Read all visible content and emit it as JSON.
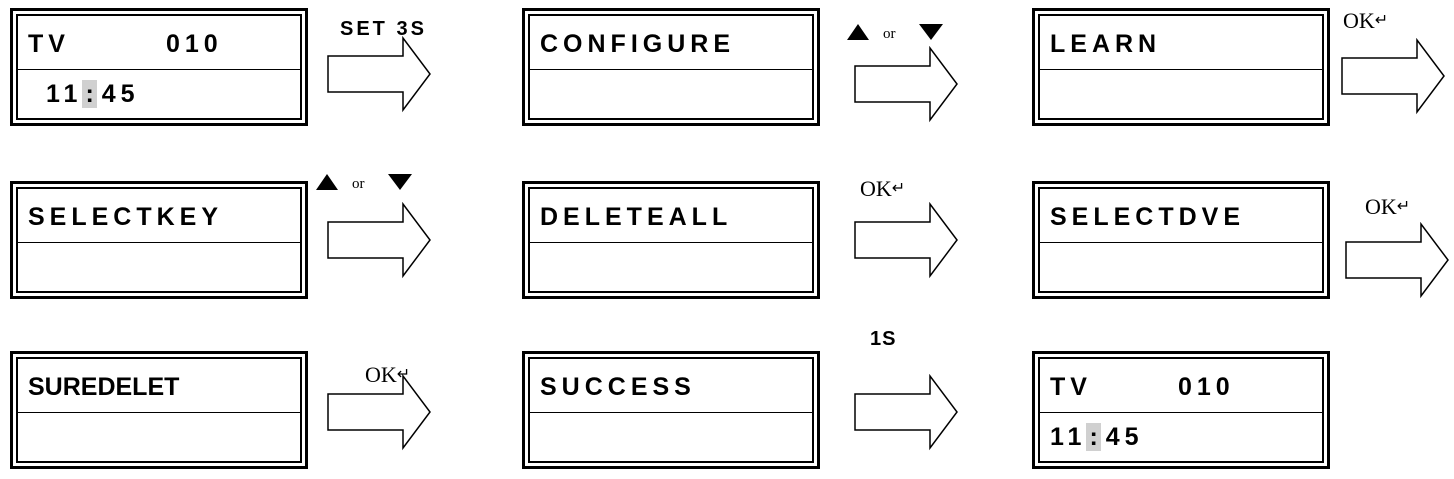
{
  "screens": {
    "s1": {
      "line1_a": "TV",
      "line1_b": "010",
      "hour": "11",
      "colon": ":",
      "minute": "45"
    },
    "s2": {
      "line1": "CONFIGURE"
    },
    "s3": {
      "line1": "LEARN"
    },
    "s4": {
      "line1": "SELECTKEY"
    },
    "s5": {
      "line1": "DELETEALL"
    },
    "s6": {
      "line1": "SELECTDVE"
    },
    "s7": {
      "line1": "SUREDELET"
    },
    "s8": {
      "line1": "SUCCESS"
    },
    "s9": {
      "line1_a": "TV",
      "line1_b": "010",
      "hour": "11",
      "colon": ":",
      "minute": "45"
    }
  },
  "transitions": {
    "t1": {
      "label": "SET 3S"
    },
    "t2": {
      "label_or": "or",
      "up_icon": "triangle-up-icon",
      "down_icon": "triangle-down-icon"
    },
    "t3": {
      "label": "OK",
      "return_symbol": "↵"
    },
    "t4": {
      "label_or": "or",
      "up_icon": "triangle-up-icon",
      "down_icon": "triangle-down-icon"
    },
    "t5": {
      "label": "OK",
      "return_symbol": "↵"
    },
    "t6": {
      "label": "OK",
      "return_symbol": "↵"
    },
    "t7": {
      "label": "OK",
      "return_symbol": "↵"
    },
    "t8": {
      "label": "1S"
    }
  },
  "colors": {
    "line": "#000000",
    "cursor_highlight": "#d0d0d0",
    "background": "#ffffff"
  }
}
